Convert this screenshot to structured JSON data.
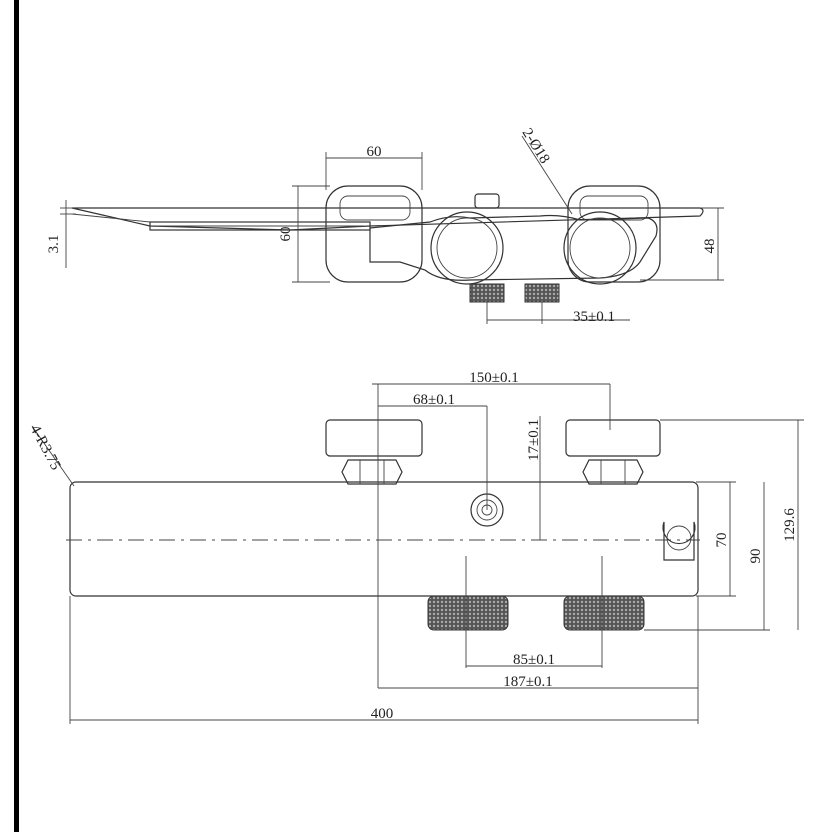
{
  "side_view": {
    "dim_width_60": "60",
    "dim_height_60": "60",
    "dim_thickness": "3.1",
    "dim_height_48": "48",
    "dim_holes": "2-Ø18",
    "dim_spacing_35": "35±0.1"
  },
  "top_view": {
    "dim_150": "150±0.1",
    "dim_68": "68±0.1",
    "dim_17": "17±0.1",
    "dim_radius": "4-R3.75",
    "dim_70": "70",
    "dim_90": "90",
    "dim_129": "129.6",
    "dim_85": "85±0.1",
    "dim_187": "187±0.1",
    "dim_400": "400"
  },
  "colors": {
    "line": "#333333",
    "background": "#ffffff",
    "frame": "#000000"
  }
}
